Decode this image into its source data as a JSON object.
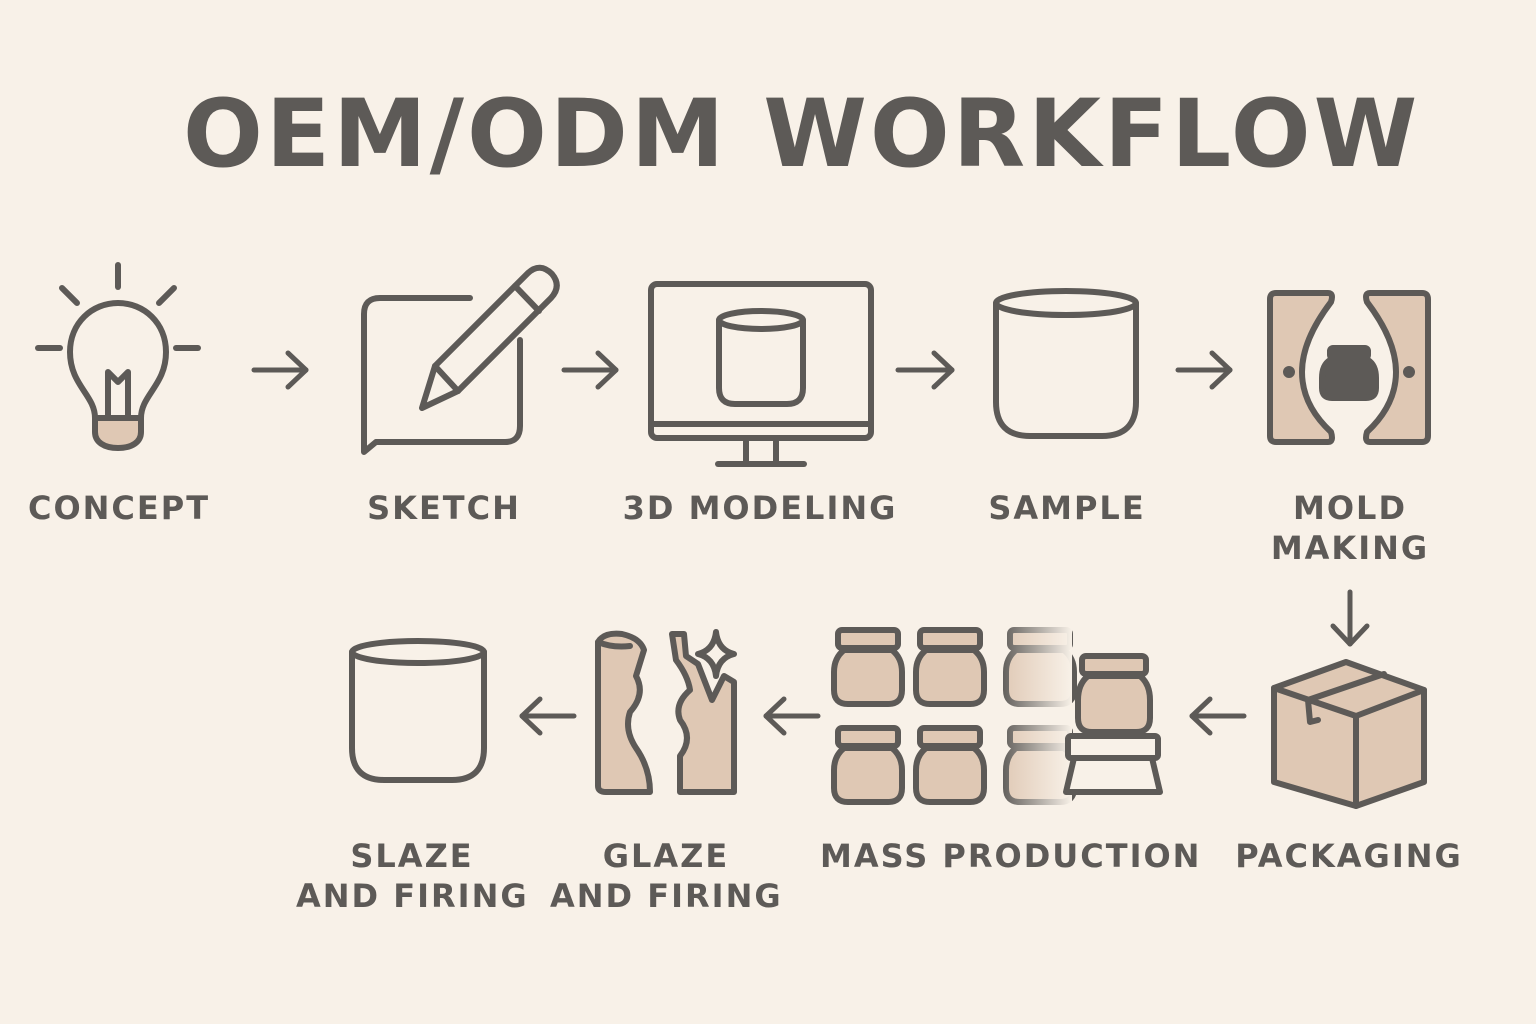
{
  "title": "OEM/ODM WORKFLOW",
  "colors": {
    "background": "#f8f1e8",
    "stroke": "#5d5a57",
    "fill": "#dfc8b4"
  },
  "steps": [
    {
      "id": "concept",
      "label": "CONCEPT",
      "icon": "lightbulb-icon"
    },
    {
      "id": "sketch",
      "label": "SKETCH",
      "icon": "pencil-sketch-icon"
    },
    {
      "id": "modeling",
      "label": "3D MODELING",
      "icon": "monitor-3d-icon"
    },
    {
      "id": "sample",
      "label": "SAMPLE",
      "icon": "cup-icon"
    },
    {
      "id": "mold",
      "label_lines": [
        "MOLD",
        "MAKING"
      ],
      "icon": "mold-icon"
    },
    {
      "id": "packaging",
      "label": "PACKAGING",
      "icon": "box-icon"
    },
    {
      "id": "mass",
      "label": "MASS PRODUCTION",
      "icon": "jars-icon"
    },
    {
      "id": "glaze",
      "label_lines": [
        "GLAZE",
        "AND FIRING"
      ],
      "icon": "broken-mold-icon"
    },
    {
      "id": "slaze",
      "label_lines": [
        "SLAZE",
        "AND FIRING"
      ],
      "icon": "cup-icon"
    }
  ]
}
